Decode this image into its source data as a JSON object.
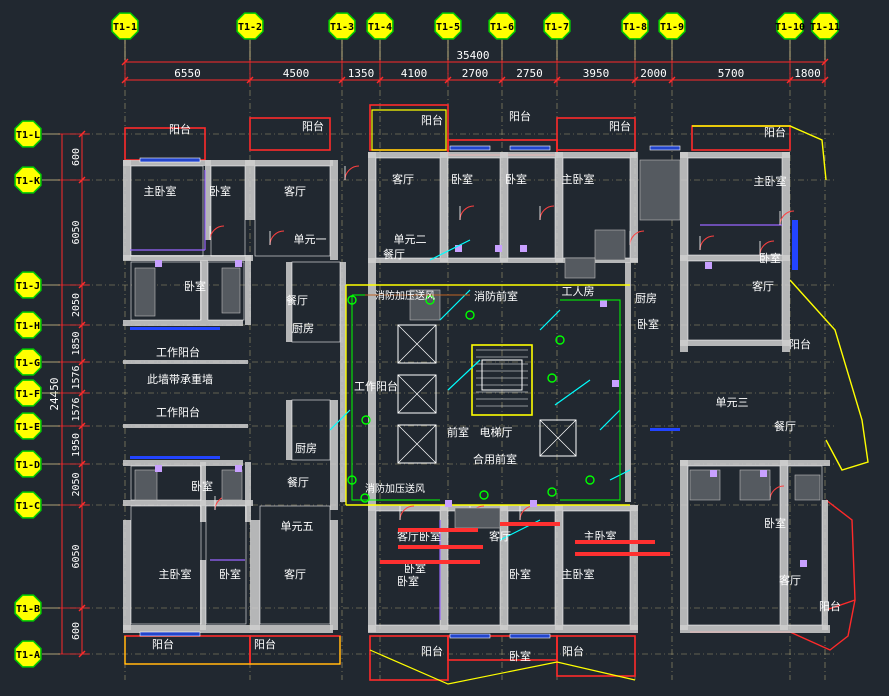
{
  "colors": {
    "background": "#212830",
    "dim_line": "#ff2a2a",
    "dim_text": "#ffffff",
    "bubble_fill": "#ffff00",
    "bubble_stroke": "#00cc00",
    "bubble_text": "#000000",
    "wall_fill": "#cfcfcf",
    "room_outline": "#ffffff",
    "balcony_outline": "#ff2a2a",
    "balcony_alt": "#ffff00",
    "grid_line": "#d8c98a",
    "window": "#ffffff",
    "door_arc": "#ff4040",
    "room_text": "#ffffff",
    "pipe": "#00ffff",
    "fixture": "#c8a0ff",
    "green": "#00ff00",
    "annotation": "#ff3030",
    "purple": "#9966ff"
  },
  "axes_top": [
    "T1-1",
    "T1-2",
    "T1-3",
    "T1-4",
    "T1-5",
    "T1-6",
    "T1-7",
    "T1-8",
    "T1-9",
    "T1-10",
    "T1-11"
  ],
  "axes_left": [
    "T1-L",
    "T1-K",
    "T1-J",
    "T1-H",
    "T1-G",
    "T1-F",
    "T1-E",
    "T1-D",
    "T1-C",
    "T1-B",
    "T1-A"
  ],
  "dims_top_total": "35400",
  "dims_top": [
    "6550",
    "4500",
    "1350",
    "4100",
    "2700",
    "2750",
    "3950",
    "2000",
    "5700",
    "1800"
  ],
  "dims_left_total": "24450",
  "dims_left": [
    "600",
    "6050",
    "2050",
    "1850",
    "1576",
    "1576",
    "1950",
    "2050",
    "6050",
    "600"
  ],
  "rooms": [
    {
      "text": "主卧室"
    },
    {
      "text": "卧室"
    },
    {
      "text": "客厅"
    },
    {
      "text": "阳台"
    },
    {
      "text": "阳台"
    },
    {
      "text": "卧室"
    },
    {
      "text": "工作阳台"
    },
    {
      "text": "此墙带承重墙"
    },
    {
      "text": "工作阳台"
    },
    {
      "text": "厨房"
    },
    {
      "text": "餐厅"
    },
    {
      "text": "单元一"
    },
    {
      "text": "客厅"
    },
    {
      "text": "卧室"
    },
    {
      "text": "单元二"
    },
    {
      "text": "餐厅"
    },
    {
      "text": "阳台"
    },
    {
      "text": "卧室"
    },
    {
      "text": "主卧室"
    },
    {
      "text": "阳台"
    },
    {
      "text": "主卧室"
    },
    {
      "text": "卧室"
    },
    {
      "text": "阳台"
    },
    {
      "text": "客厅"
    },
    {
      "text": "单元三"
    },
    {
      "text": "餐厅"
    },
    {
      "text": "工人房"
    },
    {
      "text": "厨房"
    },
    {
      "text": "阳台"
    },
    {
      "text": "卧室"
    },
    {
      "text": "主卧室"
    },
    {
      "text": "卧室"
    },
    {
      "text": "客厅"
    },
    {
      "text": "单元五"
    },
    {
      "text": "餐厅"
    },
    {
      "text": "厨房"
    },
    {
      "text": "卧室"
    },
    {
      "text": "阳台"
    },
    {
      "text": "阳台"
    },
    {
      "text": "卧室"
    },
    {
      "text": "客厅"
    },
    {
      "text": "阳台"
    },
    {
      "text": "卧室"
    },
    {
      "text": "主卧室"
    },
    {
      "text": "阳台"
    },
    {
      "text": "合用前室"
    },
    {
      "text": "消防前室"
    },
    {
      "text": "前室"
    },
    {
      "text": "电梯厅"
    },
    {
      "text": "工作阳台"
    },
    {
      "text": "卧室"
    },
    {
      "text": "阳台"
    },
    {
      "text": "卧室"
    },
    {
      "text": "客厅"
    },
    {
      "text": "卧室"
    },
    {
      "text": "阳台"
    },
    {
      "text": "客厅"
    },
    {
      "text": "卧室"
    },
    {
      "text": "主卧室"
    }
  ],
  "annotations": [
    "消防加压送风",
    "消防加压送风"
  ]
}
